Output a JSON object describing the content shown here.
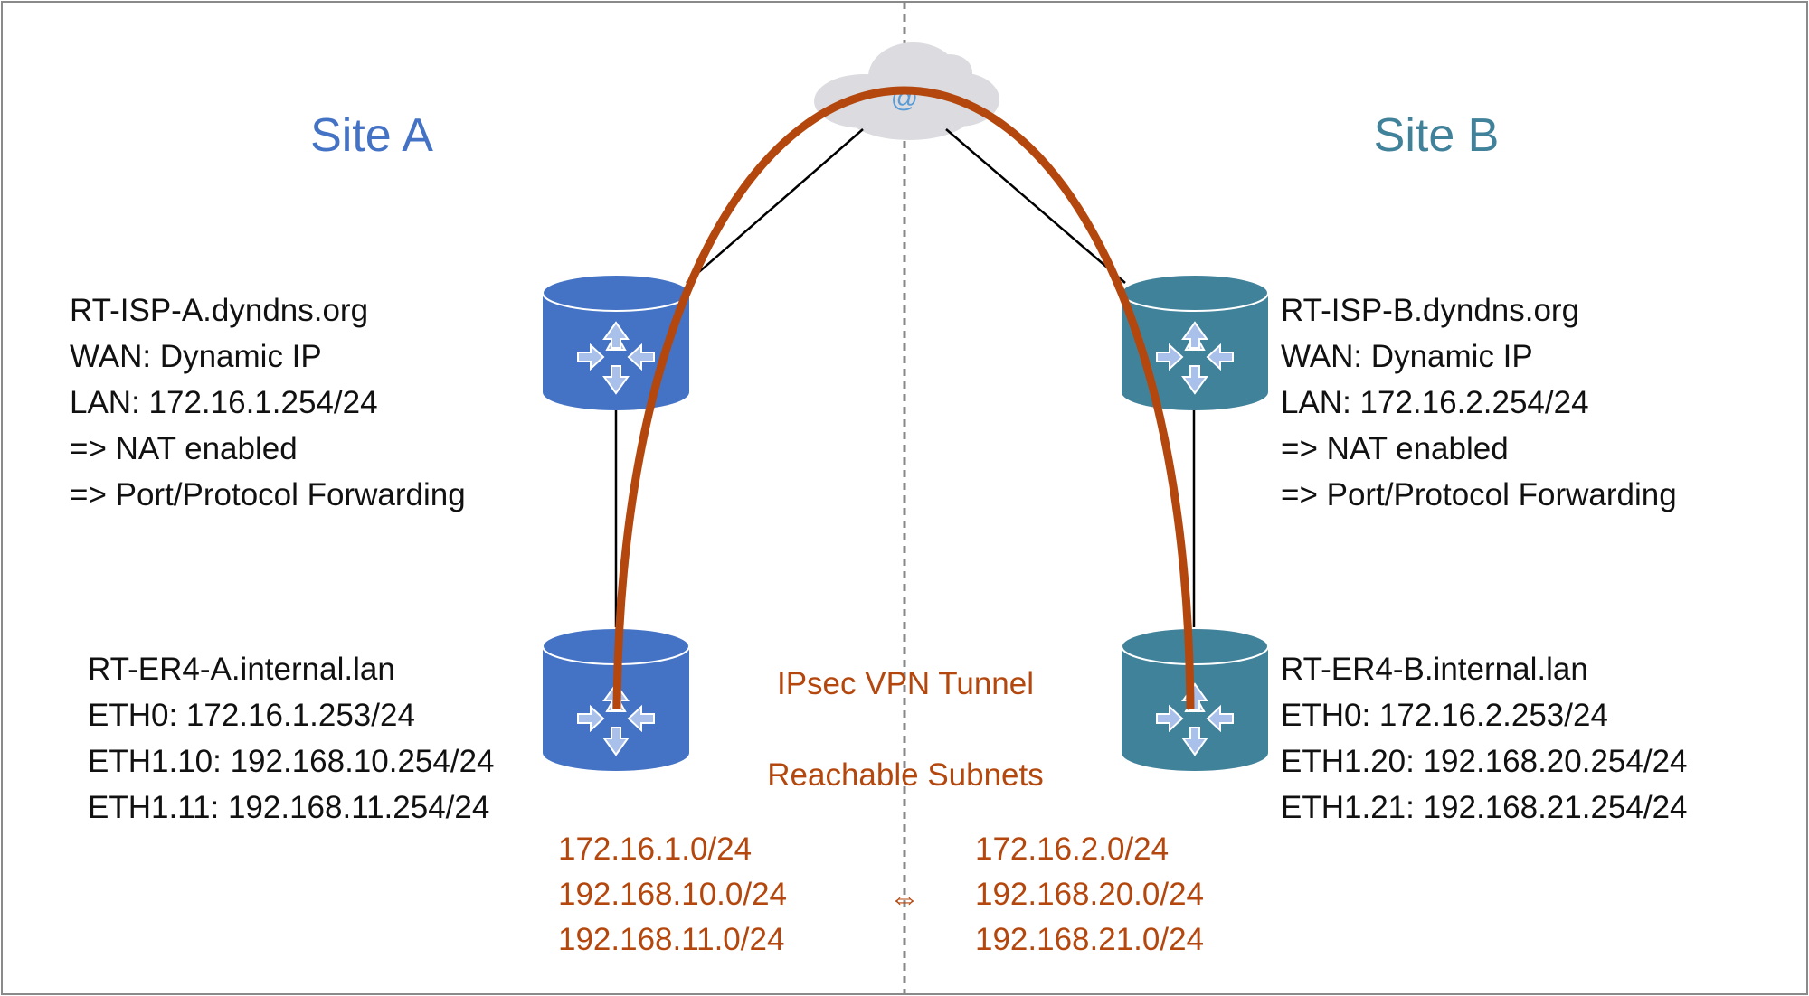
{
  "colors": {
    "site_a": "#4472c4",
    "site_b": "#41829b",
    "tunnel": "#b4470d",
    "cloud": "#dcdce0"
  },
  "site_a": {
    "title": "Site A",
    "isp": {
      "lines": [
        "RT-ISP-A.dyndns.org",
        "WAN: Dynamic IP",
        "LAN: 172.16.1.254/24",
        "=> NAT enabled",
        "=> Port/Protocol Forwarding"
      ]
    },
    "er4": {
      "lines": [
        "RT-ER4-A.internal.lan",
        "ETH0: 172.16.1.253/24",
        "ETH1.10: 192.168.10.254/24",
        "ETH1.11: 192.168.11.254/24"
      ]
    },
    "subnets": [
      "172.16.1.0/24",
      "192.168.10.0/24",
      "192.168.11.0/24"
    ]
  },
  "site_b": {
    "title": "Site B",
    "isp": {
      "lines": [
        "RT-ISP-B.dyndns.org",
        "WAN: Dynamic IP",
        "LAN: 172.16.2.254/24",
        "=> NAT enabled",
        "=> Port/Protocol Forwarding"
      ]
    },
    "er4": {
      "lines": [
        "RT-ER4-B.internal.lan",
        "ETH0: 172.16.2.253/24",
        "ETH1.20: 192.168.20.254/24",
        "ETH1.21: 192.168.21.254/24"
      ]
    },
    "subnets": [
      "172.16.2.0/24",
      "192.168.20.0/24",
      "192.168.21.0/24"
    ]
  },
  "tunnel_label": "IPsec VPN Tunnel",
  "subnets_label": "Reachable Subnets",
  "exchange_icon": "⇔",
  "cloud_icon": "@"
}
